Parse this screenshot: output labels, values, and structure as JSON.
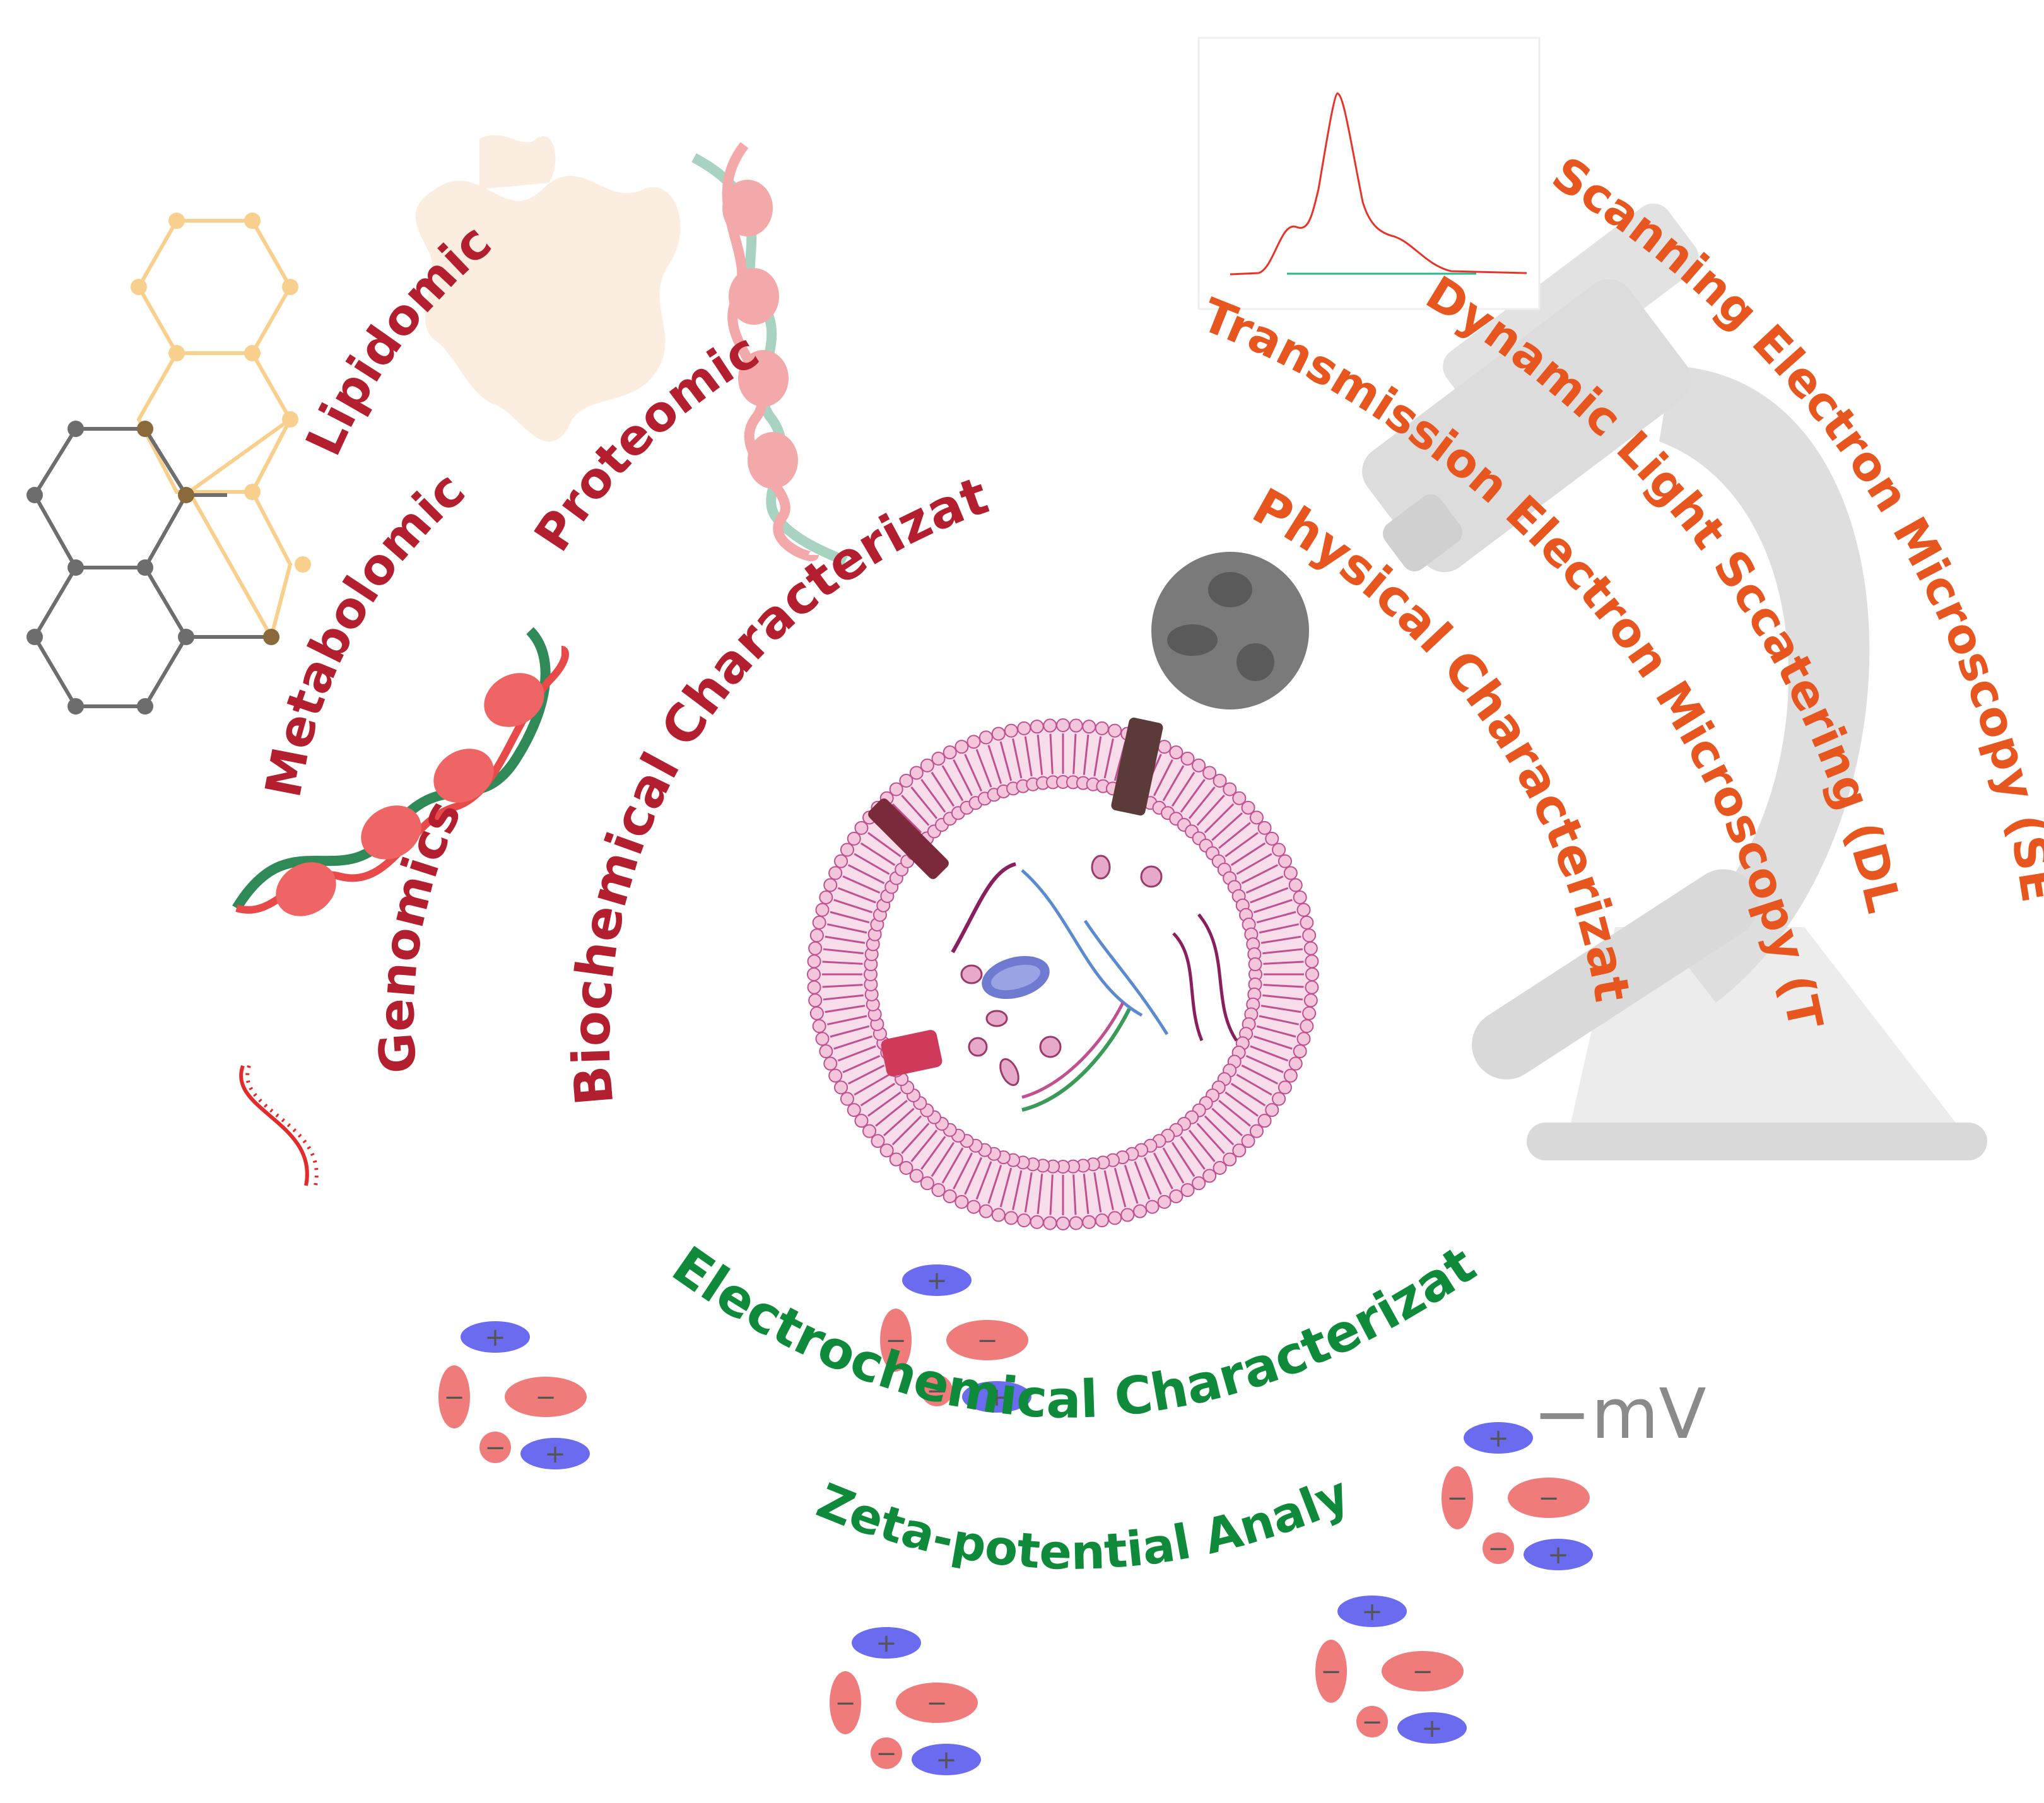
{
  "labels": {
    "lipidomics": "Lipidomics",
    "proteomics": "Proteomics",
    "metabolomics": "Metabolomics",
    "genomics": "Genomics",
    "biochemical": "Biochemical Characterization",
    "physical": "Physical Characterization",
    "tem": "Transmission Electron Microscopy (TEM)",
    "dls": "Dynamic Light Sccatering (DLS)",
    "sem": "Scanning Electron Microscopy (SEM)",
    "electrochemical": "Electrochemical Characterization",
    "zeta": "Zeta-potential Analysis",
    "mv": "−mV"
  },
  "ions": {
    "plus": "+",
    "minus": "−"
  },
  "colors": {
    "biochemical": "#b31f2e",
    "physical": "#e8561f",
    "electrochemical": "#0f8a3b",
    "positive_ion": "#6b6bf0",
    "negative_ion": "#f07b7b",
    "membrane": "#c0508f"
  },
  "icons": [
    "hexagon-molecule-icon",
    "protein-ribbon-icon",
    "dna-helix-icon",
    "rna-strand-icon",
    "dls-peak-graph-icon",
    "microscope-icon",
    "tem-particle-icon",
    "exosome-vesicle-icon",
    "ion-cluster-icon"
  ]
}
